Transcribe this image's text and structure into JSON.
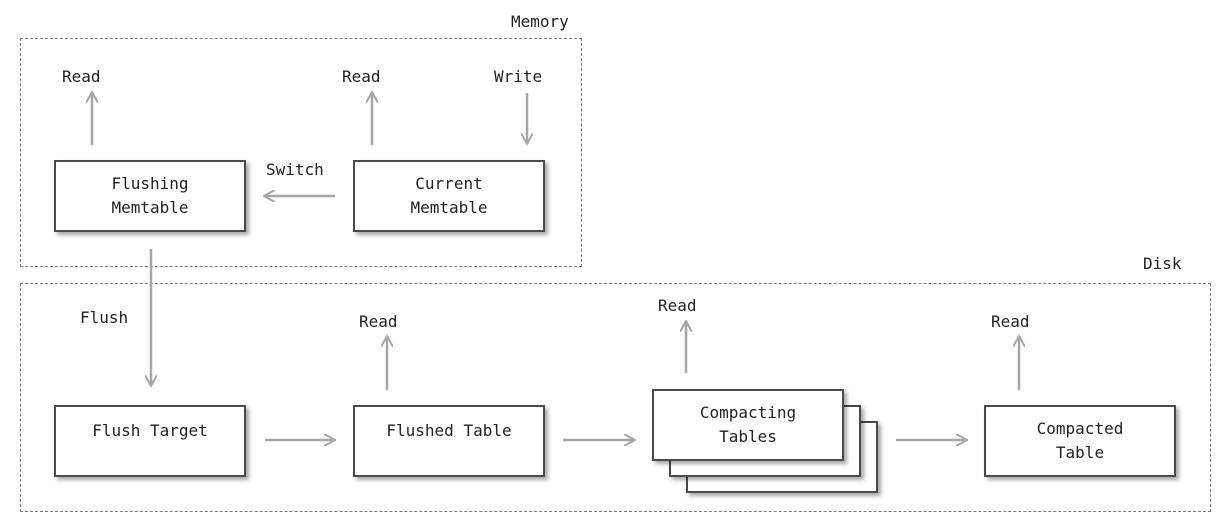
{
  "regions": {
    "memory": "Memory",
    "disk": "Disk"
  },
  "nodes": {
    "flushing_memtable": "Flushing\nMemtable",
    "current_memtable": "Current\nMemtable",
    "flush_target": "Flush Target",
    "flushed_table": "Flushed Table",
    "compacting_tables": "Compacting\nTables",
    "compacted_table": "Compacted\nTable"
  },
  "edges": {
    "read": "Read",
    "write": "Write",
    "switch": "Switch",
    "flush": "Flush"
  },
  "colors": {
    "arrow": "#a6a6a6",
    "border": "#4a4a4a",
    "dashed": "#7a7a7a"
  }
}
